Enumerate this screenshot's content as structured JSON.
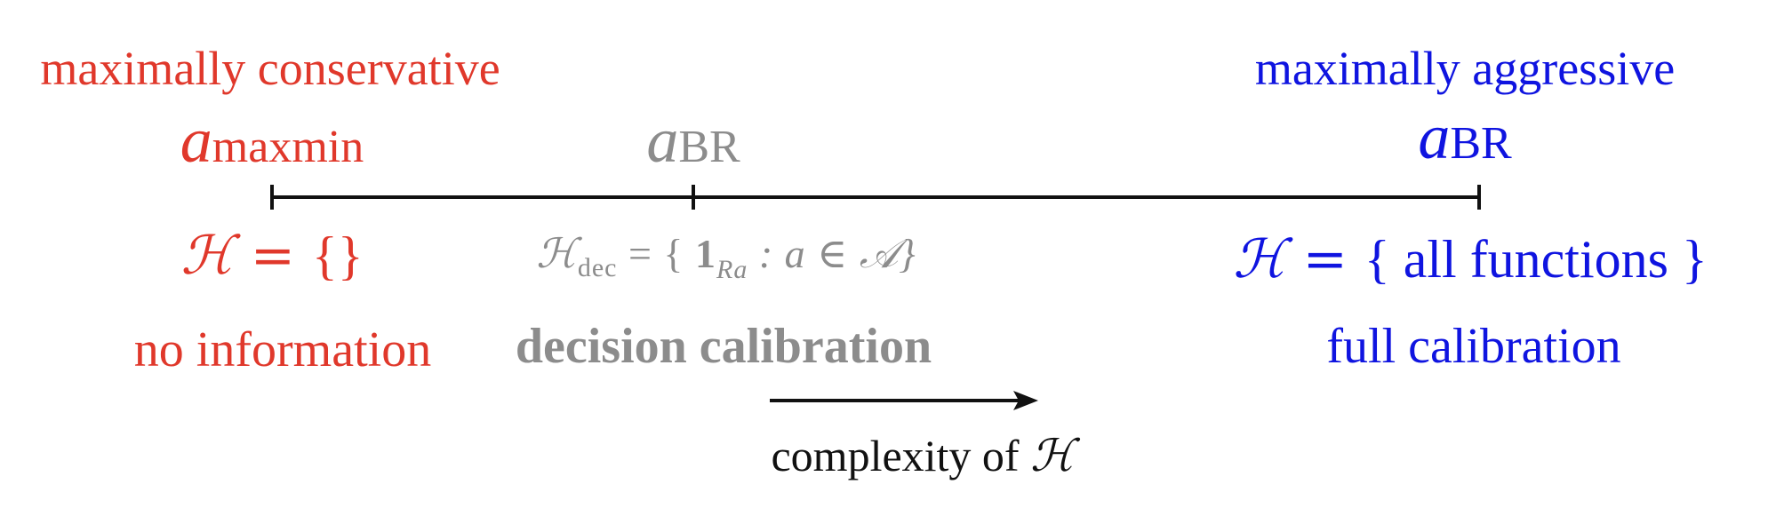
{
  "left": {
    "heading": "maximally conservative",
    "action_symbol": "a",
    "action_sub": "maxmin",
    "set_prefix": "ℋ = ",
    "set_value": "{}",
    "caption": "no information",
    "color": "#e0382b"
  },
  "middle": {
    "action_symbol": "a",
    "action_sub": "BR",
    "set_H": "ℋ",
    "set_H_sub": "dec",
    "set_eq": " = { ",
    "set_one": "1",
    "set_one_sub": "Ra",
    "set_rest": " : a ∈ 𝒜}",
    "caption": "decision calibration",
    "color": "#8c8c8c"
  },
  "right": {
    "heading": "maximally aggressive",
    "action_symbol": "a",
    "action_sub": "BR",
    "set_prefix": "ℋ = ",
    "set_value": "{ all functions }",
    "caption": "full calibration",
    "color": "#0f14e0"
  },
  "arrow": {
    "label_text": "complexity of ",
    "label_symbol": "ℋ"
  }
}
